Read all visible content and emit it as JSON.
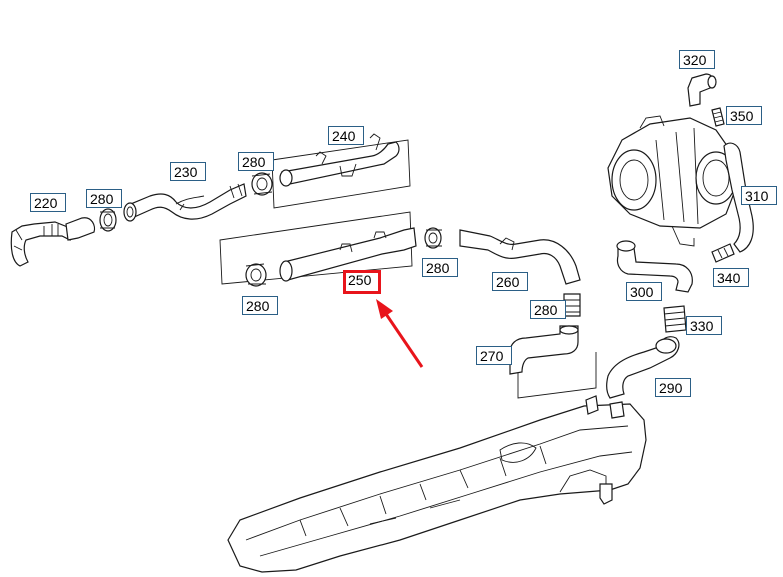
{
  "diagram": {
    "callouts": {
      "c220": "220",
      "c280a": "280",
      "c230": "230",
      "c280b": "280",
      "c240": "240",
      "c280c": "280",
      "c250": "250",
      "c280d": "280",
      "c260": "260",
      "c280e": "280",
      "c270": "270",
      "c320": "320",
      "c350": "350",
      "c310": "310",
      "c340": "340",
      "c300": "300",
      "c330": "330",
      "c290": "290"
    },
    "highlighted_callout": "250",
    "highlight_color": "#e8141b",
    "callout_border_color": "#2b5f86"
  }
}
